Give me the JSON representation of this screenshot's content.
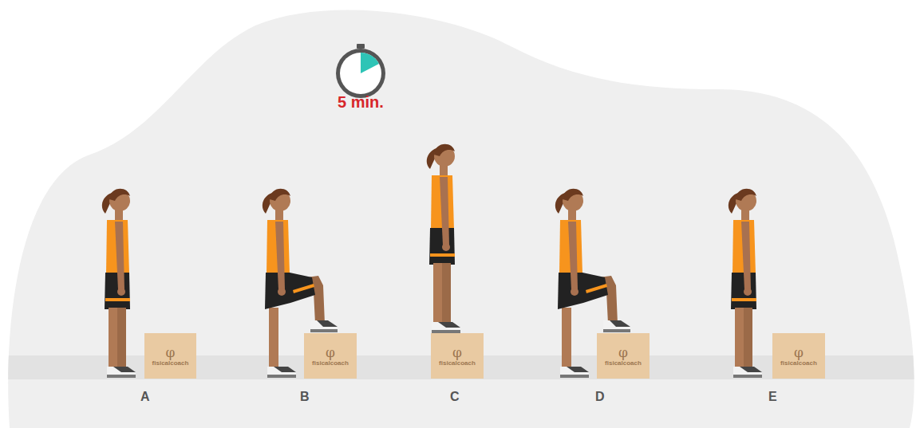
{
  "diagram": {
    "nodes": [
      {
        "text": [
          "φ",
          "fisicalcoach"
        ]
      },
      {
        "text": [
          "φ",
          "fisicalcoach"
        ]
      },
      {
        "text": [
          "φ",
          "fisicalcoach"
        ]
      },
      {
        "text": [
          "φ",
          "fisicalcoach"
        ]
      },
      {
        "text": [
          "φ",
          "fisicalcoach"
        ]
      }
    ],
    "labels": [
      "5 min.",
      "A",
      "B",
      "C",
      "D",
      "E"
    ]
  }
}
